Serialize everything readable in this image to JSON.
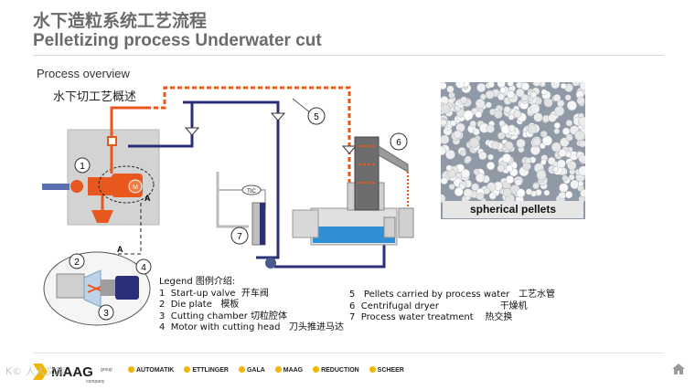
{
  "header": {
    "title_cn": "水下造粒系统工艺流程",
    "title_en": "Pelletizing process Underwater cut"
  },
  "overview": {
    "label_en": "Process overview",
    "label_cn": "水下切工艺概述"
  },
  "diagram": {
    "callouts": [
      "1",
      "2",
      "3",
      "4",
      "5",
      "6",
      "7"
    ],
    "section_marker": "A",
    "tic_label": "TIC",
    "motor_label": "M"
  },
  "photo": {
    "caption": "spherical pellets"
  },
  "legend": {
    "title": "Legend 图例介绍:",
    "items": [
      "1  Start-up valve  开车阀",
      "2  Die plate   模板",
      "3  Cutting chamber 切粒腔体",
      "4  Motor with cutting head   刀头推进马达",
      "5   Pellets carried by process water   工艺水管",
      "6  Centrifugal dryer                     干燥机",
      "7  Process water treatment    热交换"
    ]
  },
  "footer": {
    "logo_text": "MAAG",
    "logo_group": "group",
    "logo_sub": "company",
    "brands": [
      "AUTOMATIK",
      "ETTLINGER",
      "GALA",
      "MAAG",
      "REDUCTION",
      "SCHEER"
    ],
    "watermark": "K© 人人文库"
  },
  "colors": {
    "orange": "#e8571d",
    "navy": "#2b2f7a",
    "grey_box": "#d3d3d3",
    "water": "#2f8fd6",
    "brand_yellow": "#f2b600"
  },
  "icons": [
    "home-icon",
    "motor-icon",
    "valve-icon",
    "pump-icon"
  ]
}
